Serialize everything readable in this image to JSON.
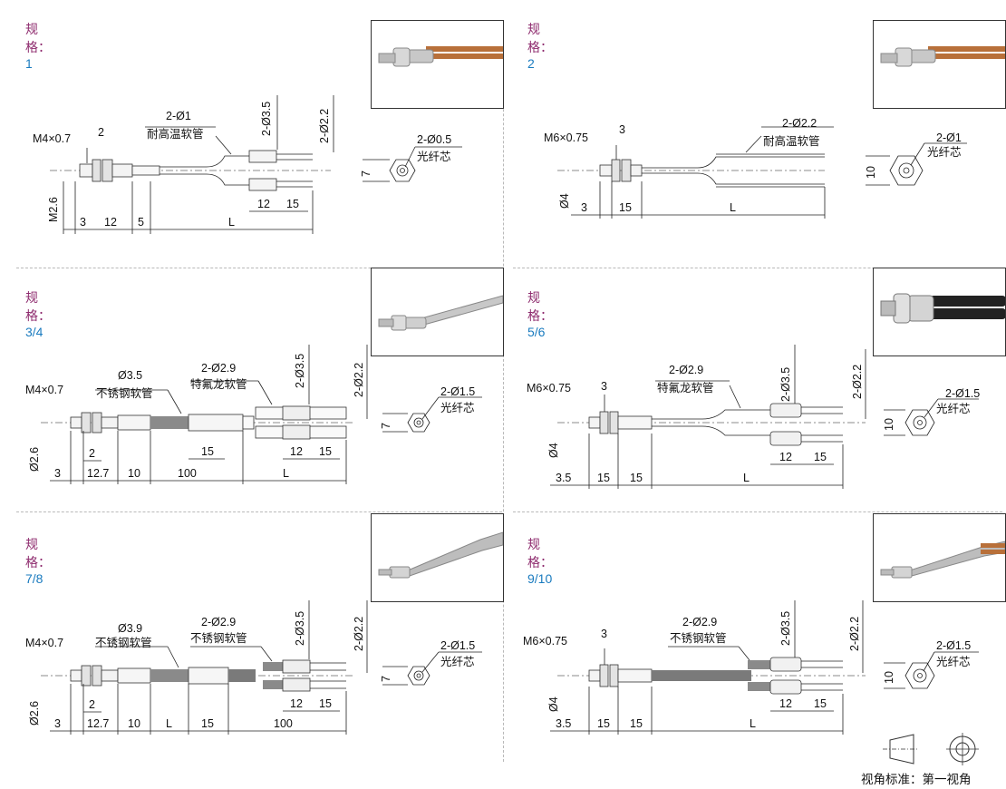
{
  "spec_label": "规格：",
  "panels": [
    {
      "spec": "1",
      "thread": "M4×0.7",
      "w_dim": "2",
      "tube_lbl": "2-Ø1",
      "tube_name": "耐高温软管",
      "d_a": "2-Ø3.5",
      "d_b": "2-Ø2.2",
      "d_left": "M2.6",
      "bottom": [
        "3",
        "12",
        "5",
        "L"
      ],
      "tip": [
        "12",
        "15"
      ],
      "hex": "7",
      "core": "2-Ø0.5",
      "core_name": "光纤芯"
    },
    {
      "spec": "2",
      "thread": "M6×0.75",
      "w_dim": "3",
      "tube_lbl": "2-Ø2.2",
      "tube_name": "耐高温软管",
      "d_left": "Ø4",
      "bottom": [
        "3",
        "15",
        "L"
      ],
      "hex": "10",
      "core": "2-Ø1",
      "core_name": "光纤芯"
    },
    {
      "spec": "3/4",
      "thread": "M4×0.7",
      "w_dim": "2",
      "tube_lbl": "Ø3.5",
      "tube_name": "不锈钢软管",
      "tube2_lbl": "2-Ø2.9",
      "tube2_name": "特氟龙软管",
      "d_a": "2-Ø3.5",
      "d_b": "2-Ø2.2",
      "d_left": "Ø2.6",
      "bottom": [
        "3",
        "12.7",
        "10",
        "100",
        "L"
      ],
      "mid": "15",
      "tip": [
        "12",
        "15"
      ],
      "hex": "7",
      "core": "2-Ø1.5",
      "core_name": "光纤芯"
    },
    {
      "spec": "5/6",
      "thread": "M6×0.75",
      "w_dim": "3",
      "tube_lbl": "2-Ø2.9",
      "tube_name": "特氟龙软管",
      "d_a": "2-Ø3.5",
      "d_b": "2-Ø2.2",
      "d_left": "Ø4",
      "bottom": [
        "3.5",
        "15",
        "15",
        "L"
      ],
      "tip": [
        "12",
        "15"
      ],
      "hex": "10",
      "core": "2-Ø1.5",
      "core_name": "光纤芯"
    },
    {
      "spec": "7/8",
      "thread": "M4×0.7",
      "w_dim": "2",
      "tube_lbl": "Ø3.9",
      "tube_name": "不锈钢软管",
      "tube2_lbl": "2-Ø2.9",
      "tube2_name": "不锈钢软管",
      "d_a": "2-Ø3.5",
      "d_b": "2-Ø2.2",
      "d_left": "Ø2.6",
      "bottom": [
        "3",
        "12.7",
        "10",
        "L",
        "15",
        "100"
      ],
      "tip": [
        "12",
        "15"
      ],
      "hex": "7",
      "core": "2-Ø1.5",
      "core_name": "光纤芯"
    },
    {
      "spec": "9/10",
      "thread": "M6×0.75",
      "w_dim": "3",
      "tube_lbl": "2-Ø2.9",
      "tube_name": "不锈钢软管",
      "d_a": "2-Ø3.5",
      "d_b": "2-Ø2.2",
      "d_left": "Ø4",
      "bottom": [
        "3.5",
        "15",
        "15",
        "L"
      ],
      "tip": [
        "12",
        "15"
      ],
      "hex": "10",
      "core": "2-Ø1.5",
      "core_name": "光纤芯"
    }
  ],
  "footer": {
    "label": "视角标准：第一视角"
  }
}
